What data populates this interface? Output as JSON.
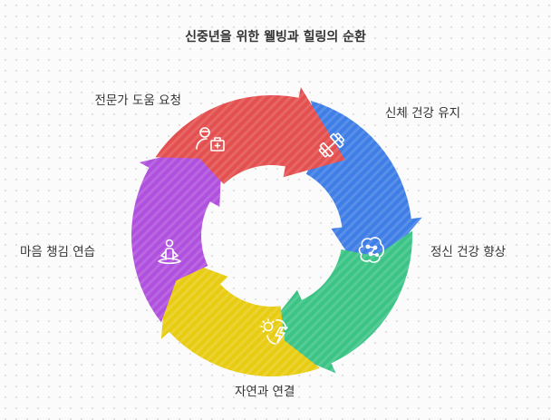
{
  "title": "신중년을 위한 웰빙과 힐링의 순환",
  "steps": [
    {
      "label": "신체 건강 유지",
      "color": "#3f7ee6",
      "icon": "dumbbell-icon"
    },
    {
      "label": "정신 건강 향상",
      "color": "#3cc486",
      "icon": "brain-icon"
    },
    {
      "label": "자연과 연결",
      "color": "#e8cc12",
      "icon": "sun-energy-icon"
    },
    {
      "label": "마음 챙김 연습",
      "color": "#b050de",
      "icon": "meditation-icon"
    },
    {
      "label": "전문가 도움 요청",
      "color": "#e3504f",
      "icon": "doctor-medkit-icon"
    }
  ]
}
